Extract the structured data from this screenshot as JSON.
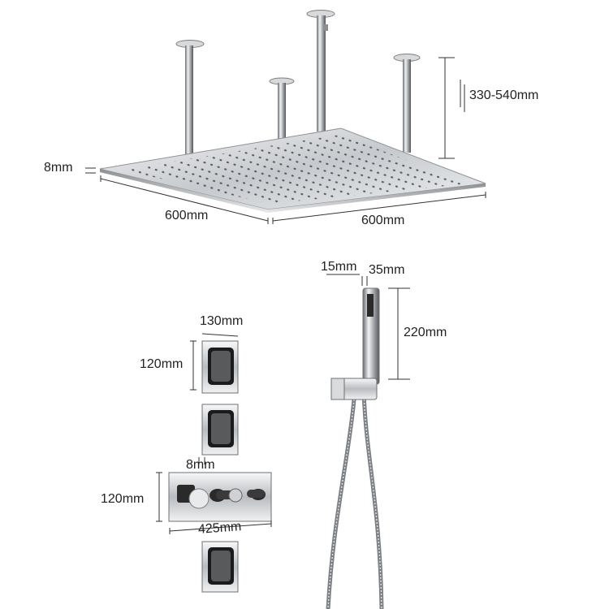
{
  "dimensions": {
    "panel_thickness": "8mm",
    "panel_depth": "600mm",
    "panel_width": "600mm",
    "arm_height": "330-540mm",
    "handshower_neck": "15mm",
    "handshower_width": "35mm",
    "handshower_length": "220mm",
    "body_jet_width": "130mm",
    "body_jet_height": "120mm",
    "body_jet_thickness": "8mm",
    "valve_height": "120mm",
    "valve_width": "425mm"
  },
  "colors": {
    "chrome": "#c9ccd0",
    "dark": "#1b1b1b",
    "line": "#333333"
  }
}
